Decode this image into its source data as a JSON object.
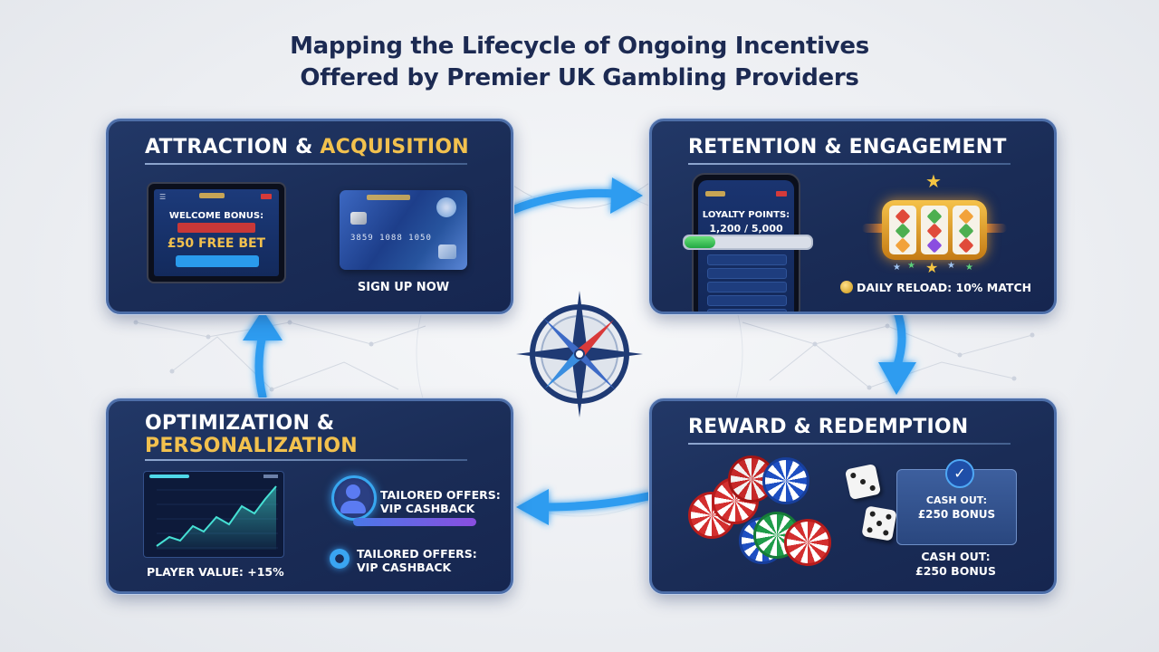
{
  "title": {
    "line1": "Mapping the Lifecycle of Ongoing Incentives",
    "line2": "Offered by Premier UK Gambling Providers"
  },
  "panels": {
    "attraction": {
      "heading_white": "ATTRACTION & ",
      "heading_gold": "ACQUISITION",
      "tablet": {
        "line1": "WELCOME BONUS:",
        "line3": "£50 FREE BET"
      },
      "card": {
        "number": "3859  1088  1050"
      },
      "cta": "SIGN UP NOW"
    },
    "retention": {
      "heading": "RETENTION & ENGAGEMENT",
      "phone": {
        "line1": "LOYALTY POINTS:",
        "line2": "1,200 / 5,000"
      },
      "loyalty_progress": 0.24,
      "reload": "DAILY RELOAD: 10% MATCH"
    },
    "optimization": {
      "heading_white": "OPTIMIZATION &",
      "heading_gold": "PERSONALIZATION",
      "player_value": "PLAYER VALUE: +15%",
      "offer1_l1": "TAILORED OFFERS:",
      "offer1_l2": "VIP CASHBACK",
      "offer2_l1": "TAILORED OFFERS:",
      "offer2_l2": "VIP CASHBACK"
    },
    "reward": {
      "heading": "REWARD & REDEMPTION",
      "box_l1": "CASH OUT:",
      "box_l2": "£250 BONUS",
      "label_l1": "CASH OUT:",
      "label_l2": "£250 BONUS"
    }
  },
  "colors": {
    "panel": "#1f3463",
    "gold": "#f2c14e",
    "arrow": "#2d9cf0",
    "title": "#1c2a52"
  },
  "icons": [
    "compass-icon",
    "arrow-right-icon",
    "arrow-down-icon",
    "arrow-left-icon",
    "arrow-up-icon",
    "star-icon",
    "coin-icon",
    "user-icon",
    "gear-icon",
    "check-icon",
    "dice-icon",
    "poker-chip-icon"
  ]
}
